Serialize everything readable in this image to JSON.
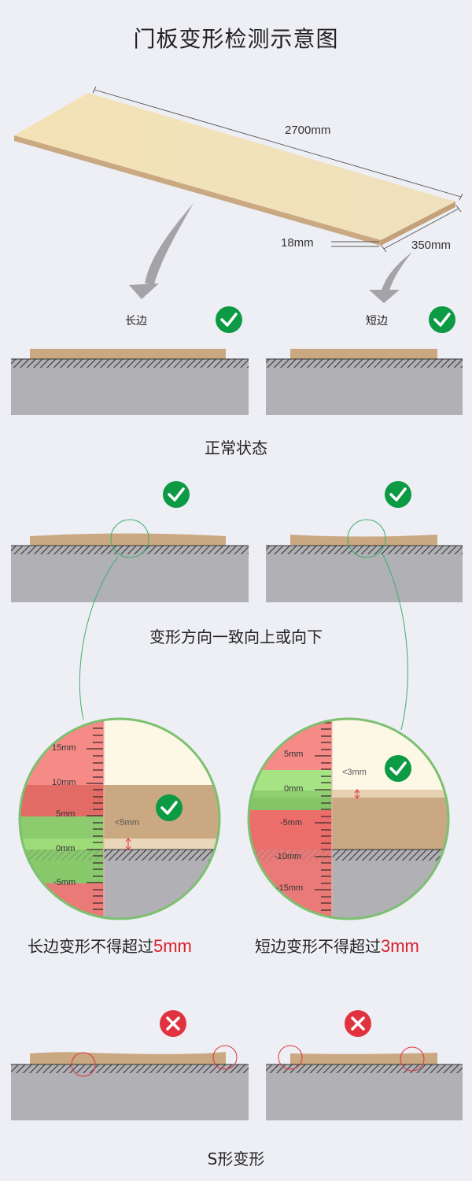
{
  "title": "门板变形检测示意图",
  "board": {
    "length": "2700mm",
    "width": "350mm",
    "thickness": "18mm"
  },
  "sides": {
    "long": "长边",
    "short": "短边"
  },
  "sections": {
    "normal": {
      "caption": "正常状态"
    },
    "uniform": {
      "caption": "变形方向一致向上或向下"
    },
    "s_shape": {
      "caption": "S形变形"
    }
  },
  "zoom_long": {
    "ruler": [
      "15mm",
      "10mm",
      "5mm",
      "0mm",
      "-5mm"
    ],
    "tolerance": "<5mm"
  },
  "zoom_short": {
    "ruler": [
      "5mm",
      "0mm",
      "-5mm",
      "-10mm",
      "-15mm"
    ],
    "tolerance": "<3mm"
  },
  "limits": {
    "long_prefix": "长边变形不得超过",
    "long_value": "5mm",
    "short_prefix": "短边变形不得超过",
    "short_value": "3mm"
  },
  "colors": {
    "background": "#eeeff4",
    "board_top": "#f1e0b8",
    "board_edge": "#c9a882",
    "ground": "#b0b0b5",
    "ok_green": "#0c9a45",
    "bad_red": "#e0323f",
    "limit_red": "#d8202a",
    "ruler_red": "#f08585",
    "ruler_green": "#8ccc6e",
    "zoom_ring": "#7cc070"
  },
  "icons": {
    "ok": "check-circle-icon",
    "bad": "x-circle-icon"
  }
}
